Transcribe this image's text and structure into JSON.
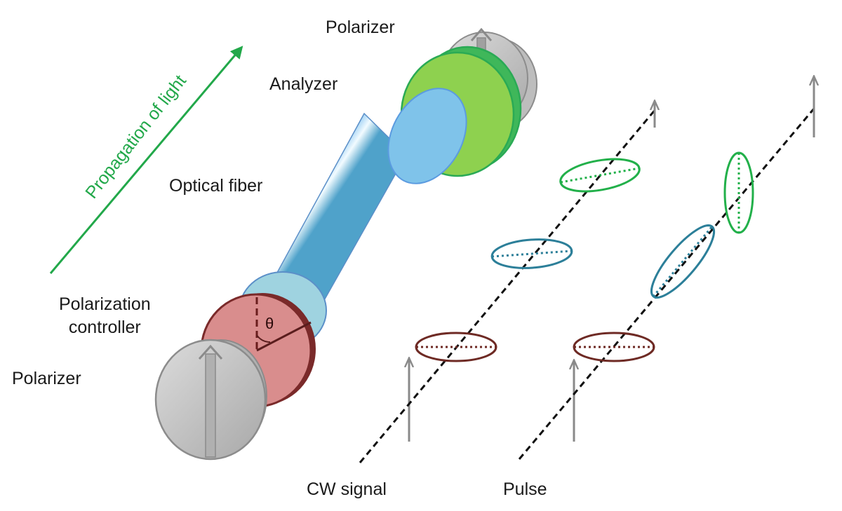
{
  "labels": {
    "propagation": "Propagation of light",
    "polarizer_top": "Polarizer",
    "analyzer": "Analyzer",
    "optical_fiber": "Optical fiber",
    "polarization_controller": "Polarization\ncontroller",
    "polarizer_bottom": "Polarizer",
    "cw_signal": "CW signal",
    "pulse": "Pulse",
    "theta": "θ"
  },
  "colors": {
    "propagation_arrow": "#22a84a",
    "fiber": "#5b9be0",
    "fiber_end": "#9fd3e0",
    "analyzer": "#8ed14f",
    "analyzer_rim": "#2aaa55",
    "controller": "#d98d8d",
    "controller_rim": "#7a2a2a",
    "polarizer": "#c4c4c4",
    "polarization_arrow": "#8a8a8a",
    "state_input": "#6e2a24",
    "state_intermediate": "#2c7f99",
    "state_output": "#22b04a"
  }
}
